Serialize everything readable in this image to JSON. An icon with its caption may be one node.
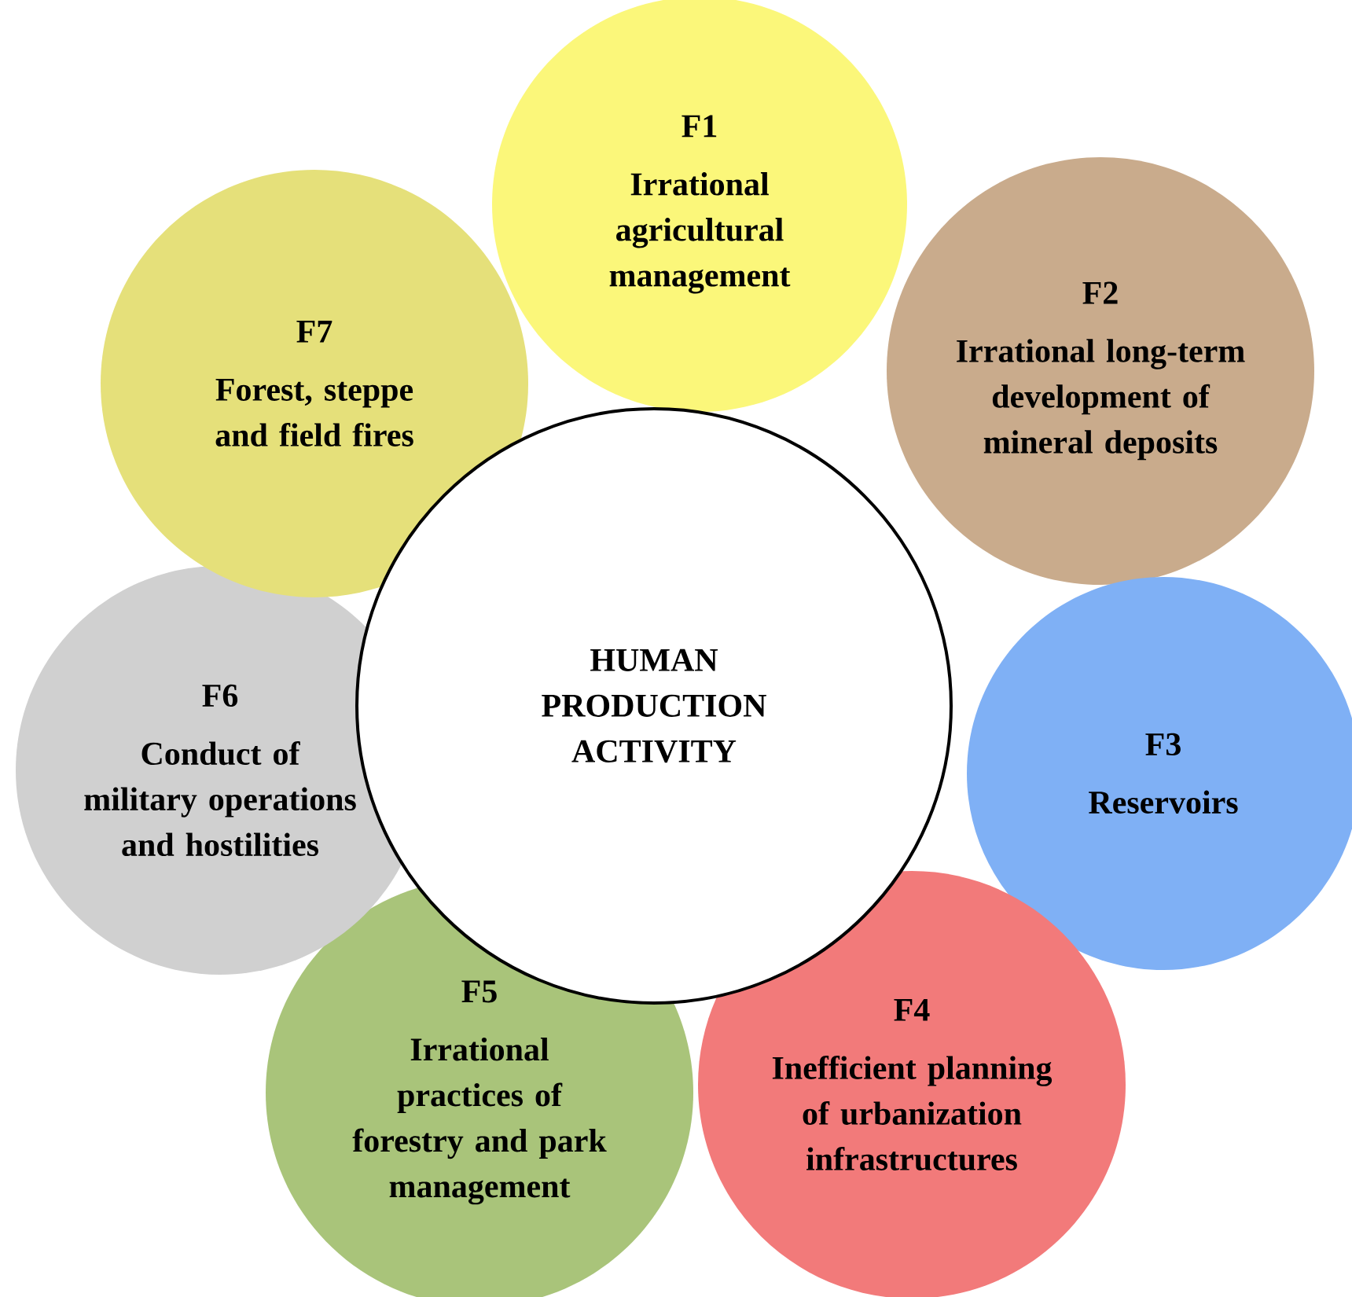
{
  "diagram": {
    "nodes": [
      {
        "text": [
          "F1",
          "Irrational agricultural management"
        ]
      },
      {
        "text": [
          "F2",
          "Irrational long-term development of mineral deposits"
        ]
      },
      {
        "text": [
          "F3",
          "Reservoirs"
        ]
      },
      {
        "text": [
          "F4",
          "Inefficient planning of urbanization infrastructures"
        ]
      },
      {
        "text": [
          "F5",
          "Irrational practices of forestry and park management"
        ]
      },
      {
        "text": [
          "F6",
          "Conduct of military operations and hostilities"
        ]
      },
      {
        "text": [
          "F7",
          "Forest, steppe and field fires"
        ]
      },
      {
        "text": [
          "HUMAN PRODUCTION ACTIVITY"
        ]
      }
    ]
  }
}
